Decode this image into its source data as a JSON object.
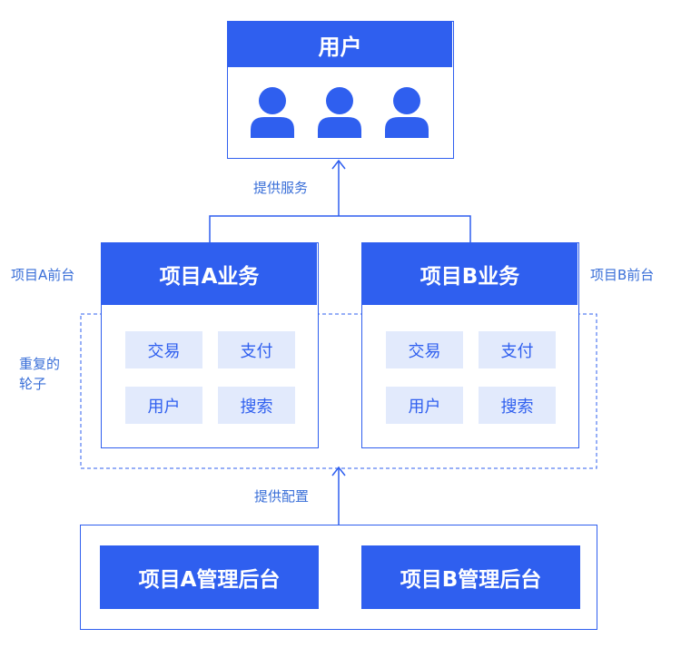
{
  "colors": {
    "primary": "#2f5fef",
    "chip_bg": "#e2eafc",
    "label": "#3a6fd8"
  },
  "users_box": {
    "title": "用户",
    "icons": [
      "user-icon",
      "user-icon",
      "user-icon"
    ]
  },
  "edges": {
    "provide_service": "提供服务",
    "provide_config": "提供配置"
  },
  "side_labels": {
    "project_a_frontend": "项目A前台",
    "project_b_frontend": "项目B前台",
    "repeated_wheels_line1": "重复的",
    "repeated_wheels_line2": "轮子"
  },
  "project_a": {
    "title": "项目A业务",
    "modules": [
      "交易",
      "支付",
      "用户",
      "搜索"
    ]
  },
  "project_b": {
    "title": "项目B业务",
    "modules": [
      "交易",
      "支付",
      "用户",
      "搜索"
    ]
  },
  "admin": {
    "project_a": "项目A管理后台",
    "project_b": "项目B管理后台"
  }
}
